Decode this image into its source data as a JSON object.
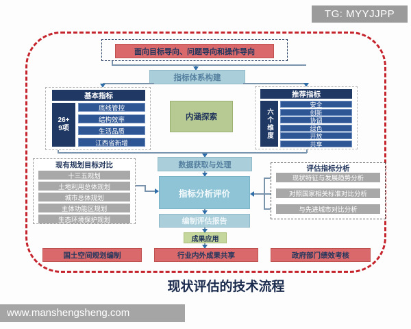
{
  "header": {
    "tg_label": "TG: MYYJJPP"
  },
  "footer": {
    "watermark": "www.manshengsheng.com",
    "title": "现状评估的技术流程"
  },
  "flow": {
    "orientation": "面向目标导向、问题导向和操作导向",
    "indicator_system": "指标体系构建",
    "connotation": "内涵探索",
    "data_processing": "数据获取与处理",
    "indicator_analysis": "指标分析评价",
    "report": "编制评估报告",
    "application": "成果应用"
  },
  "basic_indicators": {
    "header": "基本指标",
    "count_top": "26+",
    "count_bottom": "9项",
    "items": [
      "底线管控",
      "结构效率",
      "生活品质",
      "江西省新增"
    ]
  },
  "recommended_indicators": {
    "header": "推荐指标",
    "dimension": "六个维度",
    "items": [
      "安全",
      "创新",
      "协调",
      "绿色",
      "开放",
      "共享"
    ]
  },
  "existing_plans": {
    "header": "现有规划目标对比",
    "items": [
      "十三五规划",
      "土地利用总体规划",
      "城市总体规划",
      "主体功能区规划",
      "生态环境保护规划"
    ]
  },
  "evaluation_analysis": {
    "header": "评估指标分析",
    "items": [
      "现状特征与发展趋势分析",
      "对照国家相关标准对比分析",
      "与先进城市对比分析"
    ]
  },
  "outcomes": {
    "items": [
      "国土空间规划编制",
      "行业内外成果共享",
      "政府部门绩效考核"
    ]
  },
  "colors": {
    "red_box": "#d9696b",
    "red_border": "#c0504d",
    "outer_dashed": "#c5242c",
    "navy": "#203864",
    "navy_item": "#2e5694",
    "light_blue": "#aacfdb",
    "mid_blue": "#8ec4d6",
    "green": "#b7ca93",
    "light_green": "#c5d79c",
    "gray_bar": "#a8a8a8",
    "badge_gray": "#9b9b9b"
  }
}
